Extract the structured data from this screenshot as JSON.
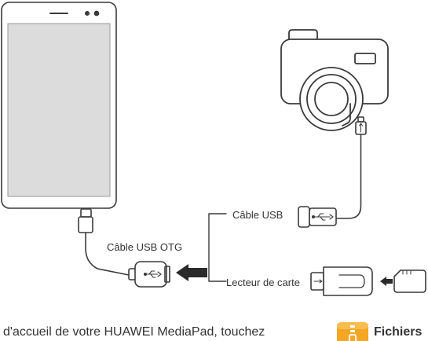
{
  "labels": {
    "otg_cable": "Câble USB OTG",
    "usb_cable": "Câble USB",
    "card_reader": "Lecteur de carte"
  },
  "footer": {
    "text": "d'accueil de votre HUAWEI MediaPad, touchez",
    "files_label": "Fichiers"
  },
  "colors": {
    "stroke": "#3a3a3a",
    "screen": "#dcdcdc",
    "files_icon": "#f5a623"
  },
  "icons": [
    "usb-symbol-icon",
    "arrow-left-icon",
    "files-icon"
  ]
}
